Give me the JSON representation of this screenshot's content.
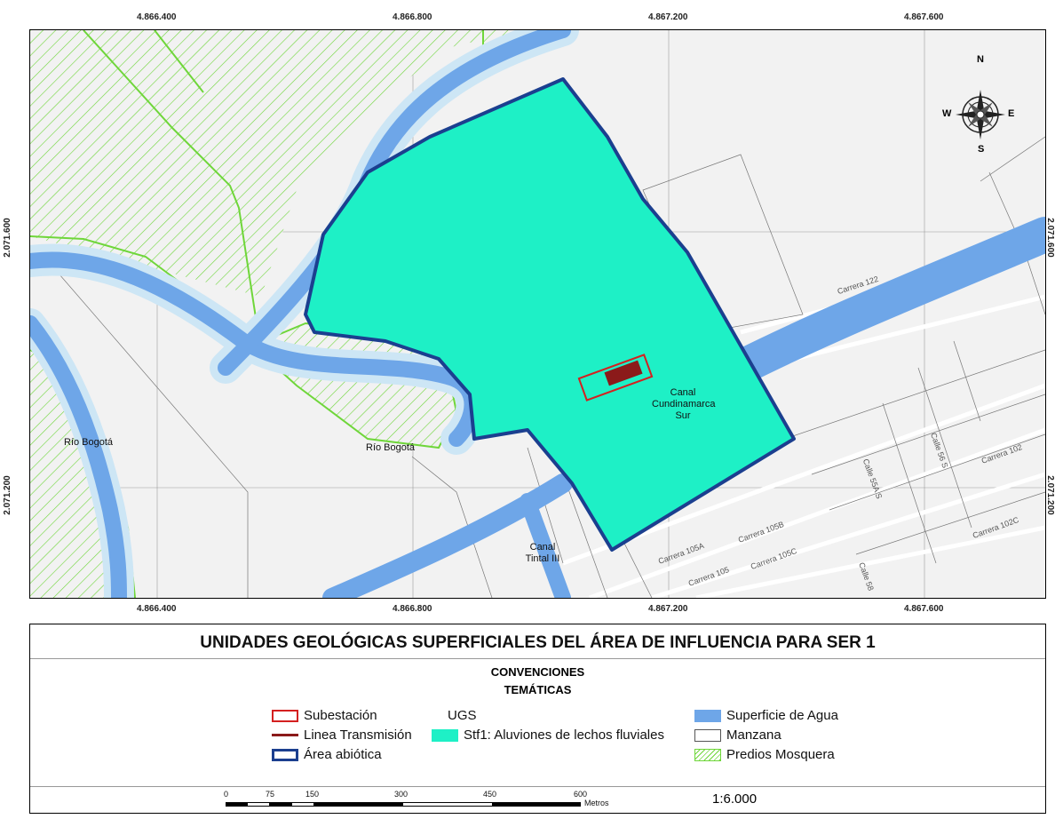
{
  "map": {
    "grid_top_labels": [
      "4.866.400",
      "4.866.800",
      "4.867.200",
      "4.867.600"
    ],
    "grid_bottom_labels": [
      "4.866.400",
      "4.866.800",
      "4.867.200",
      "4.867.600"
    ],
    "grid_left_labels": [
      "2.071.600",
      "2.071.200"
    ],
    "grid_right_labels": [
      "2.071.600",
      "2.071.200"
    ],
    "compass": {
      "n": "N",
      "s": "S",
      "e": "E",
      "w": "W"
    },
    "place_labels": {
      "rio_bogota_left": "Río Bogotá",
      "rio_bogota_center": "Río Bogotá",
      "canal_cundinamarca_1": "Canal",
      "canal_cundinamarca_2": "Cundinamarca",
      "canal_cundinamarca_3": "Sur",
      "canal_tintal_1": "Canal",
      "canal_tintal_2": "Tintal III"
    },
    "street_labels": {
      "carrera_122": "Carrera 122",
      "carrera_102": "Carrera 102",
      "carrera_102c": "Carrera 102C",
      "carrera_105a": "Carrera 105A",
      "carrera_105b": "Carrera 105B",
      "carrera_105": "Carrera 105",
      "carrera_105c": "Carrera 105C",
      "calle_58": "Calle 58",
      "calle_55a": "Calle 55A S",
      "calle_56": "Calle 56 S"
    },
    "colors": {
      "background": "#f2f2f2",
      "water": "#6ea6e8",
      "water_halo": "#cde6f5",
      "ugs": "#1ef0c6",
      "area_abiotica": "#1b3f8f",
      "subestacion": "#d42020",
      "linea": "#8b1a1a",
      "predios": "#6fd63a",
      "street": "#ffffff",
      "manzana_line": "#555555"
    }
  },
  "legend": {
    "title": "UNIDADES GEOLÓGICAS SUPERFICIALES DEL ÁREA DE INFLUENCIA PARA SER 1",
    "convenciones": "CONVENCIONES",
    "tematicas": "TEMÁTICAS",
    "items": {
      "subestacion": "Subestación",
      "ugs_heading": "UGS",
      "superficie_agua": "Superficie de Agua",
      "linea_transmision": "Linea Transmisión",
      "stf1": "Stf1: Aluviones de lechos fluviales",
      "manzana": "Manzana",
      "area_abiotica": "Área abiótica",
      "predios_mosquera": "Predios Mosquera"
    },
    "scale_ticks": [
      "0",
      "75",
      "150",
      "300",
      "450",
      "600"
    ],
    "scale_unit": "Metros",
    "ratio": "1:6.000"
  }
}
